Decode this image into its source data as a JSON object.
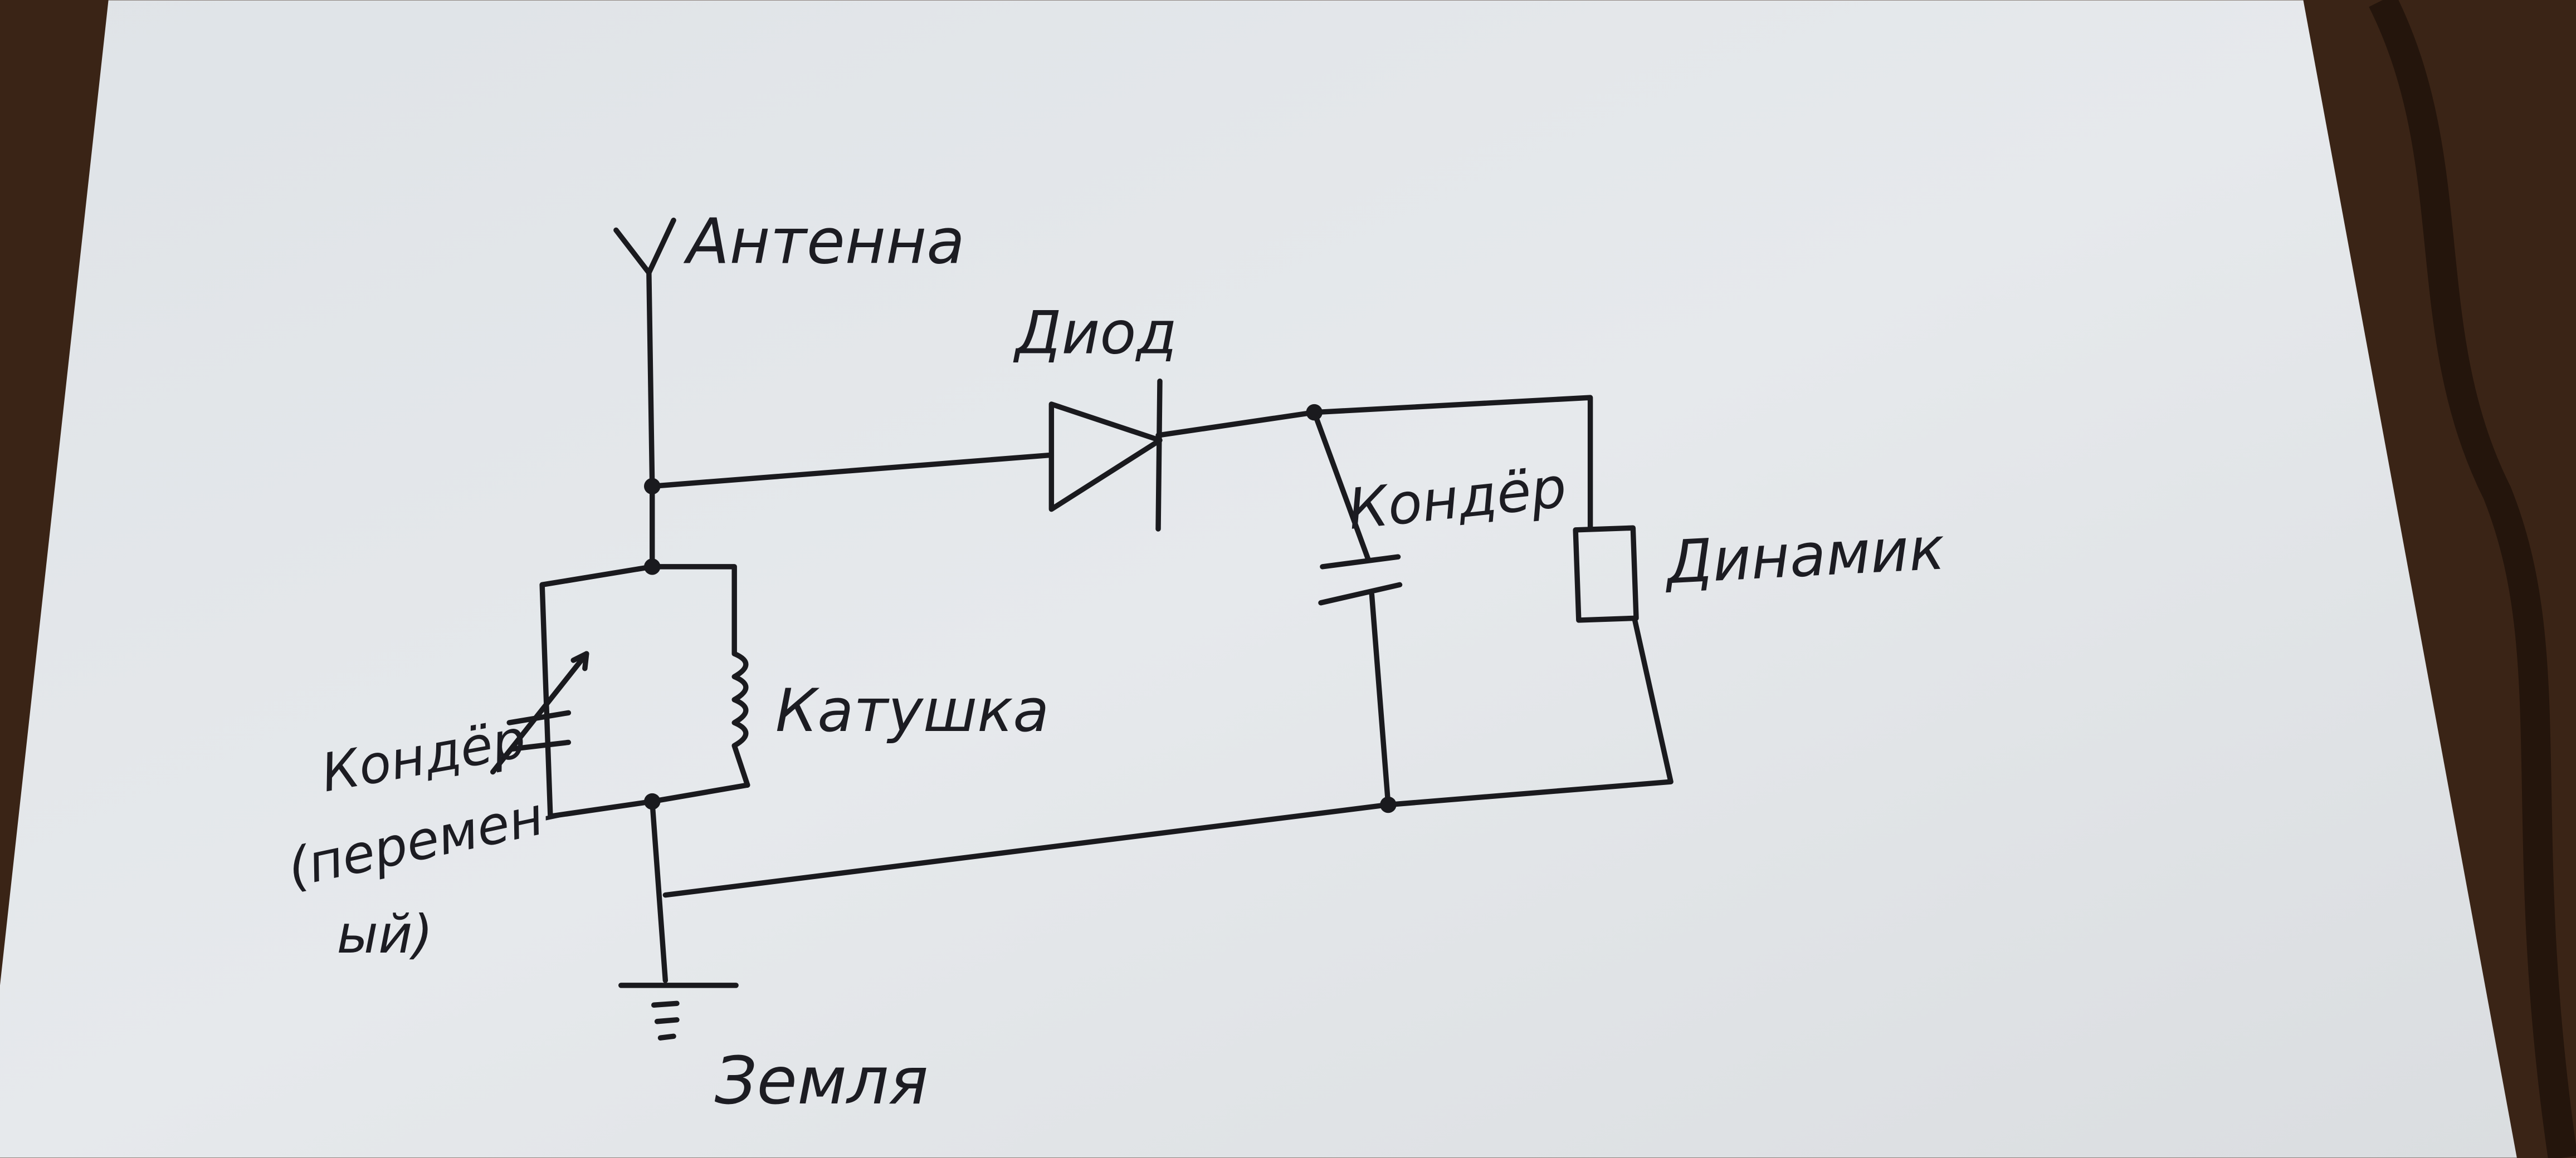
{
  "diagram": {
    "title": "Детекторный радиоприёмник (схема от руки)",
    "labels": {
      "antenna": "Антенна",
      "diode": "Диод",
      "capacitor": "Кондёр",
      "speaker": "Динамик",
      "coil": "Катушка",
      "variable_capacitor_line1": "Кондёр",
      "variable_capacitor_line2": "(перемен-",
      "variable_capacitor_line3": "ый)",
      "ground": "Земля"
    },
    "colors": {
      "paper": "#e4e7ea",
      "ink": "#1a1a1e",
      "wood": "#3a2416"
    }
  }
}
